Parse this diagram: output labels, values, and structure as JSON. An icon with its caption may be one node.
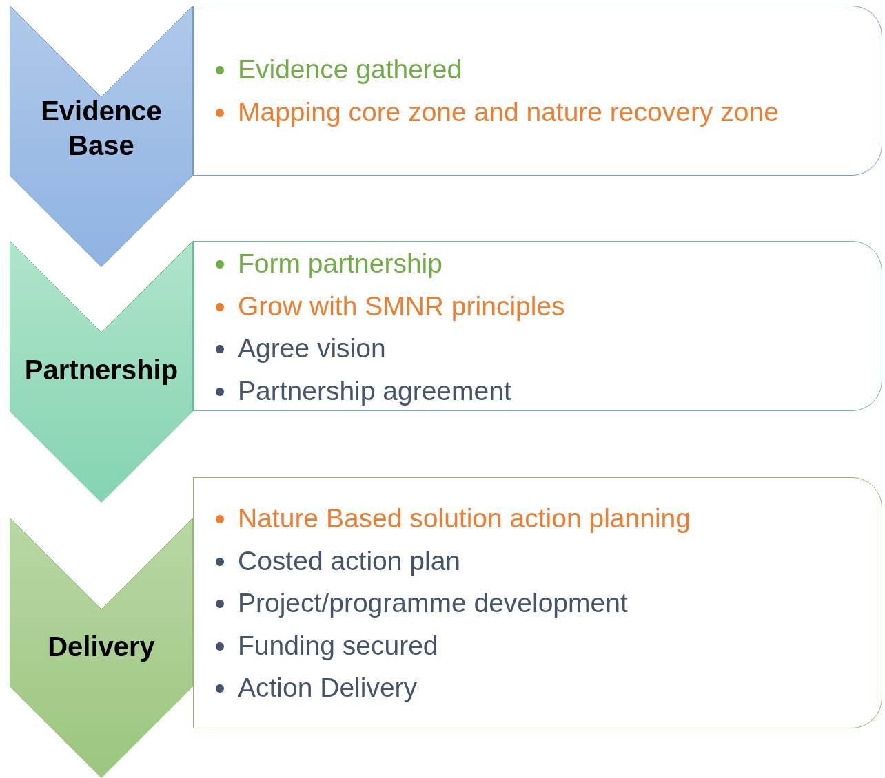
{
  "diagram": {
    "nodes": [
      {
        "text": [
          "Evidence Base"
        ]
      },
      {
        "text": [
          "Evidence gathered",
          "Mapping core zone and nature recovery zone"
        ]
      },
      {
        "text": [
          "Partnership"
        ]
      },
      {
        "text": [
          "Form partnership",
          "Grow with SMNR principles",
          "Agree vision",
          "Partnership agreement"
        ]
      },
      {
        "text": [
          "Delivery"
        ]
      },
      {
        "text": [
          "Nature Based solution action planning",
          "Costed action plan",
          "Project/programme development",
          "Funding secured",
          "Action Delivery"
        ]
      }
    ]
  }
}
